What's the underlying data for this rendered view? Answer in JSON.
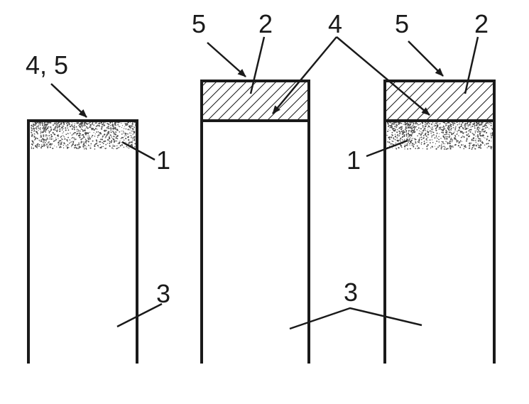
{
  "labels": {
    "left_top": "4, 5",
    "left_one": "1",
    "left_three": "3",
    "mid_five": "5",
    "mid_two": "2",
    "center_four": "4",
    "right_five": "5",
    "right_two": "2",
    "right_one": "1",
    "bottom_three": "3"
  },
  "colors": {
    "line": "#1a1a1a",
    "stipple": "#4a4a4a",
    "background": "#ffffff"
  }
}
